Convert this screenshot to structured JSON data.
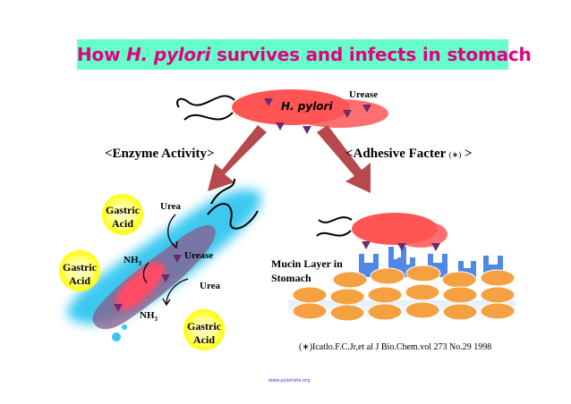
{
  "title": {
    "prefix": "How ",
    "organism": "H. pylori",
    "suffix": " survives and infects in stomach"
  },
  "labels": {
    "bacterium": "H. pylori",
    "urease_top": "Urease",
    "enzyme_activity": "<Enzyme Activity>",
    "adhesive_factor": "<Adhesive Facter",
    "adhesive_mark": "(∗)",
    "adhesive_close": ">",
    "gastric_acid": "Gastric Acid",
    "urea": "Urea",
    "urease": "Urease",
    "nh3": "NH",
    "nh3_sub": "3",
    "mucin_layer": "Mucin Layer in Stomach",
    "citation": "(∗)Icatlo.F.C.Jr,et al J Bio.Chem.vol 273 No.29 1998",
    "footer": "www.pylorisite.org"
  },
  "colors": {
    "title_bg": "#66ffcc",
    "title_text": "#e3007f",
    "bacterium": "#ff6f6f",
    "marker": "#6a2c70",
    "arrow": "#b5494d",
    "cyan": "#33c6ef",
    "acid": "#ffff66",
    "mucin": "#4f88e8",
    "cell": "#f5a142"
  }
}
